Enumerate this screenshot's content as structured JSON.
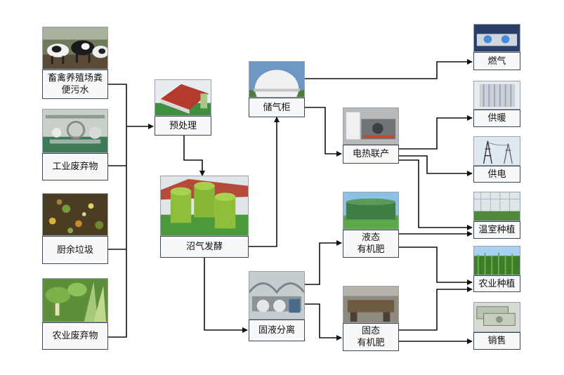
{
  "nodes": {
    "livestock": "畜禽养殖场粪\n便污水",
    "industrial": "工业废弃物",
    "kitchen": "厨余垃圾",
    "agri_waste": "农业废弃物",
    "pretreat": "预处理",
    "digest": "沼气发酵",
    "storage": "储气柜",
    "chp": "电热联产",
    "liquid": "液态\n有机肥",
    "separate": "固液分离",
    "solid": "固态\n有机肥",
    "fuel": "燃气",
    "heat": "供暖",
    "power": "供电",
    "greenhouse": "温室种植",
    "farm": "农业种植",
    "sales": "销售"
  },
  "colors": {
    "line": "#111111",
    "label_border": "#3d4752",
    "label_bg": "#f7f8fa"
  }
}
